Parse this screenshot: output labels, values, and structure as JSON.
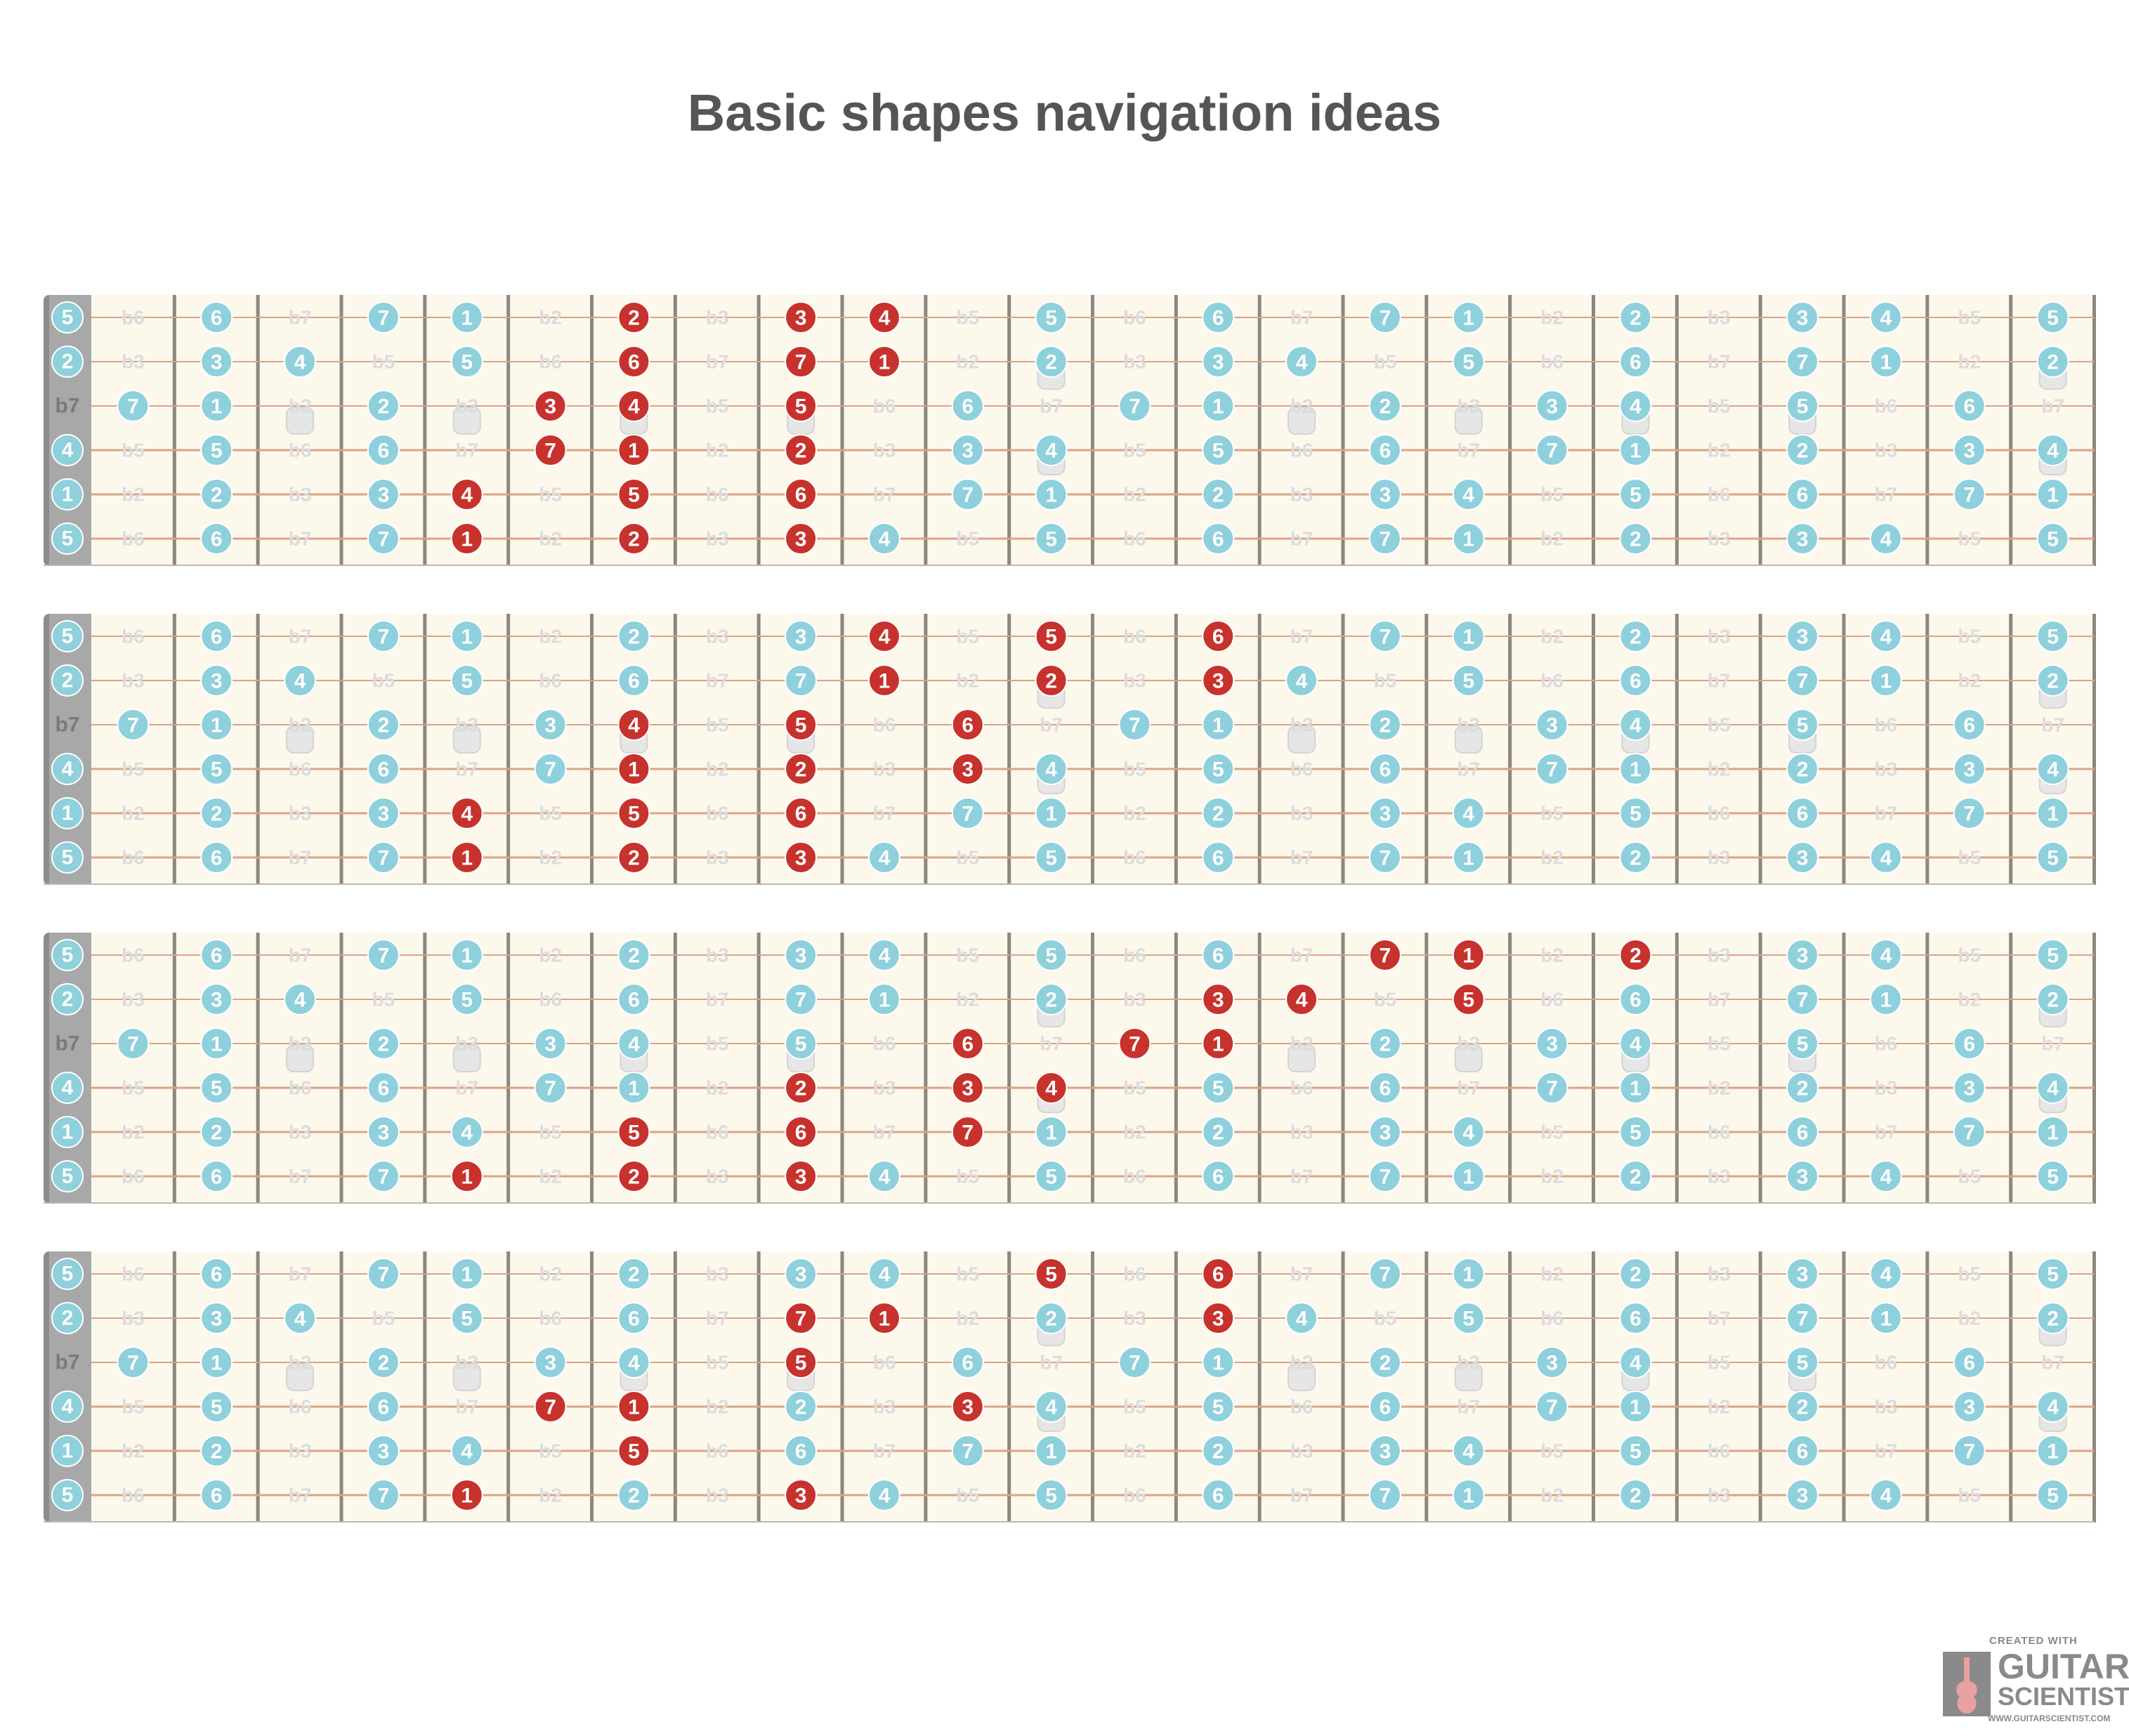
{
  "title": "Basic shapes navigation ideas",
  "open_strings": [
    "5",
    "2",
    "b7",
    "4",
    "1",
    "5"
  ],
  "fret_cells": [
    [
      "b6",
      "6",
      "b7",
      "7",
      "1",
      "b2",
      "2",
      "b3",
      "3",
      "4",
      "b5",
      "5",
      "b6",
      "6",
      "b7",
      "7",
      "1",
      "b2",
      "2",
      "b3",
      "3",
      "4",
      "b5",
      "5"
    ],
    [
      "b3",
      "3",
      "4",
      "b5",
      "5",
      "b6",
      "6",
      "b7",
      "7",
      "1",
      "b2",
      "2",
      "b3",
      "3",
      "4",
      "b5",
      "5",
      "b6",
      "6",
      "b7",
      "7",
      "1",
      "b2",
      "2"
    ],
    [
      "7",
      "1",
      "b2",
      "2",
      "b3",
      "3",
      "4",
      "b5",
      "5",
      "b6",
      "6",
      "b7",
      "7",
      "1",
      "b2",
      "2",
      "b3",
      "3",
      "4",
      "b5",
      "5",
      "b6",
      "6",
      "b7"
    ],
    [
      "b5",
      "5",
      "b6",
      "6",
      "b7",
      "7",
      "1",
      "b2",
      "2",
      "b3",
      "3",
      "4",
      "b5",
      "5",
      "b6",
      "6",
      "b7",
      "7",
      "1",
      "b2",
      "2",
      "b3",
      "3",
      "4"
    ],
    [
      "b2",
      "2",
      "b3",
      "3",
      "4",
      "b5",
      "5",
      "b6",
      "6",
      "b7",
      "7",
      "1",
      "b2",
      "2",
      "b3",
      "3",
      "4",
      "b5",
      "5",
      "b6",
      "6",
      "b7",
      "7",
      "1"
    ],
    [
      "b6",
      "6",
      "b7",
      "7",
      "1",
      "b2",
      "2",
      "b3",
      "3",
      "4",
      "b5",
      "5",
      "b6",
      "6",
      "b7",
      "7",
      "1",
      "b2",
      "2",
      "b3",
      "3",
      "4",
      "b5",
      "5"
    ]
  ],
  "colors": {
    "scale_note": "#8ed0dc",
    "highlight_note": "#c7322c",
    "fretboard": "#fdf8ec",
    "ghost_text": "#dcdcdc",
    "nut": "#8c8c8c",
    "string": "#d9a487",
    "fret": "#8e8680"
  },
  "boards": [
    {
      "name": "shape-1",
      "highlights": [
        [
          0,
          6
        ],
        [
          0,
          8
        ],
        [
          0,
          9
        ],
        [
          1,
          6
        ],
        [
          1,
          8
        ],
        [
          1,
          9
        ],
        [
          2,
          5
        ],
        [
          2,
          6
        ],
        [
          2,
          8
        ],
        [
          3,
          5
        ],
        [
          3,
          6
        ],
        [
          3,
          8
        ],
        [
          4,
          4
        ],
        [
          4,
          6
        ],
        [
          4,
          8
        ],
        [
          5,
          4
        ],
        [
          5,
          6
        ],
        [
          5,
          8
        ]
      ]
    },
    {
      "name": "shape-2",
      "highlights": [
        [
          0,
          9
        ],
        [
          0,
          11
        ],
        [
          0,
          13
        ],
        [
          1,
          9
        ],
        [
          1,
          11
        ],
        [
          1,
          13
        ],
        [
          2,
          6
        ],
        [
          2,
          8
        ],
        [
          2,
          10
        ],
        [
          3,
          6
        ],
        [
          3,
          8
        ],
        [
          3,
          10
        ],
        [
          4,
          4
        ],
        [
          4,
          6
        ],
        [
          4,
          8
        ],
        [
          5,
          4
        ],
        [
          5,
          6
        ],
        [
          5,
          8
        ]
      ]
    },
    {
      "name": "shape-3",
      "highlights": [
        [
          0,
          15
        ],
        [
          0,
          16
        ],
        [
          0,
          18
        ],
        [
          1,
          13
        ],
        [
          1,
          14
        ],
        [
          1,
          16
        ],
        [
          2,
          10
        ],
        [
          2,
          12
        ],
        [
          2,
          13
        ],
        [
          3,
          8
        ],
        [
          3,
          10
        ],
        [
          3,
          11
        ],
        [
          4,
          6
        ],
        [
          4,
          8
        ],
        [
          4,
          10
        ],
        [
          5,
          4
        ],
        [
          5,
          6
        ],
        [
          5,
          8
        ]
      ]
    },
    {
      "name": "shape-4",
      "highlights": [
        [
          0,
          11
        ],
        [
          0,
          13
        ],
        [
          1,
          8
        ],
        [
          1,
          9
        ],
        [
          1,
          13
        ],
        [
          2,
          8
        ],
        [
          3,
          5
        ],
        [
          3,
          6
        ],
        [
          3,
          10
        ],
        [
          4,
          6
        ],
        [
          5,
          4
        ],
        [
          5,
          8
        ]
      ]
    }
  ],
  "watermark": {
    "line1": "CREATED WITH",
    "line2": "GUITAR",
    "line3": "SCIENTIST",
    "line4": "WWW.GUITARSCIENTIST.COM"
  }
}
